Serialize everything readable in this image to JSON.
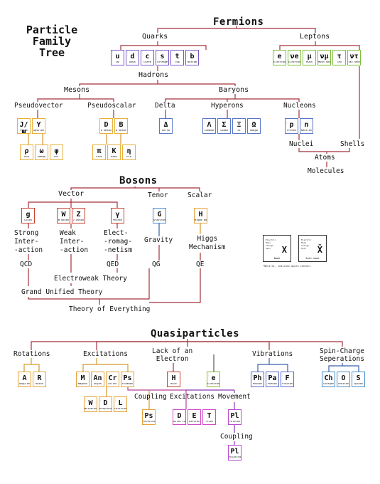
{
  "title": "Particle Family Tree",
  "fermions": {
    "label": "Fermions",
    "quarks": {
      "label": "Quarks",
      "tiles": [
        {
          "sym": "u",
          "name": "Up"
        },
        {
          "sym": "d",
          "name": "Down"
        },
        {
          "sym": "c",
          "name": "Charm"
        },
        {
          "sym": "s",
          "name": "Strange"
        },
        {
          "sym": "t",
          "name": "Top"
        },
        {
          "sym": "b",
          "name": "Bottom"
        }
      ]
    },
    "leptons": {
      "label": "Leptons",
      "tiles": [
        {
          "sym": "e",
          "name": "Electron"
        },
        {
          "sym": "νe",
          "name": "Electron neutrino"
        },
        {
          "sym": "μ",
          "name": "Muon"
        },
        {
          "sym": "νμ",
          "name": "Muon neutrino"
        },
        {
          "sym": "τ",
          "name": "Tau"
        },
        {
          "sym": "ντ",
          "name": "Tau neutrino"
        }
      ]
    }
  },
  "hadrons": "Hadrons",
  "mesons": {
    "label": "Mesons",
    "pseudovector": {
      "label": "Pseudovector",
      "tiles": [
        {
          "sym": "J/ψ",
          "name": "Psion"
        },
        {
          "sym": "Υ",
          "name": "Upsilon"
        }
      ],
      "sub_tiles": [
        {
          "sym": "ρ",
          "name": "Rho"
        },
        {
          "sym": "ω",
          "name": "Omega"
        },
        {
          "sym": "φ",
          "name": "Phi"
        }
      ]
    },
    "pseudoscalar": {
      "label": "Pseudoscalar",
      "tiles": [
        {
          "sym": "D",
          "name": "D meson"
        },
        {
          "sym": "B",
          "name": "B meson"
        }
      ],
      "sub_tiles": [
        {
          "sym": "π",
          "name": "Pion"
        },
        {
          "sym": "K",
          "name": "Kaon"
        },
        {
          "sym": "η",
          "name": "Eta"
        }
      ]
    }
  },
  "baryons": {
    "label": "Baryons",
    "delta": {
      "label": "Delta",
      "tiles": [
        {
          "sym": "Δ",
          "name": "Delta"
        }
      ]
    },
    "hyperons": {
      "label": "Hyperons",
      "tiles": [
        {
          "sym": "Λ",
          "name": "Lambda"
        },
        {
          "sym": "Σ",
          "name": "Sigma"
        },
        {
          "sym": "Ξ",
          "name": "Xi"
        },
        {
          "sym": "Ω",
          "name": "Omega"
        }
      ]
    },
    "nucleons": {
      "label": "Nucleons",
      "tiles": [
        {
          "sym": "p",
          "name": "Proton"
        },
        {
          "sym": "n",
          "name": "Neutron"
        }
      ]
    }
  },
  "nuclei": "Nuclei",
  "shells": "Shells",
  "atoms": "Atoms",
  "molecules": "Molecules",
  "bosons": {
    "label": "Bosons",
    "vector": {
      "label": "Vector",
      "tiles": [
        {
          "sym": "g",
          "name": "Gluon"
        },
        {
          "sym": "W",
          "name": "W boson"
        },
        {
          "sym": "Z",
          "name": "Z boson"
        },
        {
          "sym": "γ",
          "name": "Photon"
        }
      ]
    },
    "tensor": {
      "label": "Tenor",
      "tiles": [
        {
          "sym": "G",
          "name": "Graviton"
        }
      ]
    },
    "scalar": {
      "label": "Scalar",
      "tiles": [
        {
          "sym": "H",
          "name": "Higgs boson"
        }
      ]
    },
    "forces": {
      "strong": [
        "Strong",
        "Inter-",
        "-action"
      ],
      "weak": [
        "Weak",
        "Inter-",
        "-action"
      ],
      "em": [
        "Elect-",
        "-romag-",
        "-netism"
      ],
      "gravity": "Gravity",
      "higgs": [
        "Higgs",
        "Mechanism"
      ]
    },
    "theories": {
      "qcd": "QCD",
      "qed": "QED",
      "qg": "QG",
      "qe": "QE",
      "electroweak": "Electroweak Theory",
      "gut": "Grand Unified Theory",
      "toe": "Theory of Everything"
    },
    "legend": {
      "props": [
        "Electric",
        "Mass",
        "Charge",
        "Spin"
      ],
      "vals": [
        "Value",
        "Value",
        "Value"
      ],
      "sym": "X",
      "anti_sym": "X̄",
      "name": "Name",
      "anti_name": "Anti-name",
      "note": "*Neutral, indicate quark content"
    }
  },
  "quasiparticles": {
    "label": "Quasiparticles",
    "rotations": {
      "label": "Rotations",
      "tiles": [
        {
          "sym": "A",
          "name": "Angulon"
        },
        {
          "sym": "R",
          "name": "Roton"
        }
      ]
    },
    "excitations": {
      "label": "Excitations",
      "tiles": [
        {
          "sym": "M",
          "name": "Magnon"
        },
        {
          "sym": "An",
          "name": "Anyon"
        },
        {
          "sym": "Cr",
          "name": "Chiral"
        },
        {
          "sym": "Ps",
          "name": "Plasmon"
        }
      ],
      "sub_tiles": [
        {
          "sym": "W",
          "name": "Wrinklon"
        },
        {
          "sym": "D",
          "name": "Dropleton"
        },
        {
          "sym": "L",
          "name": "Levitron"
        }
      ]
    },
    "lack": {
      "label": [
        "Lack of an",
        "Electron"
      ],
      "tiles": [
        {
          "sym": "H",
          "name": "Hole"
        },
        {
          "sym": "e",
          "name": "Electron"
        }
      ]
    },
    "vibrations": {
      "label": "Vibrations",
      "tiles": [
        {
          "sym": "Ph",
          "name": "Phonon"
        },
        {
          "sym": "Pa",
          "name": "Phason"
        },
        {
          "sym": "F",
          "name": "Fracton"
        }
      ]
    },
    "spin": {
      "label": [
        "Spin-Charge",
        "Seperations"
      ],
      "tiles": [
        {
          "sym": "Ch",
          "name": "Chargon"
        },
        {
          "sym": "O",
          "name": "Orbiton"
        },
        {
          "sym": "S",
          "name": "Spinon"
        }
      ]
    },
    "coupling": {
      "label": "Coupling",
      "tiles": [
        {
          "sym": "Ps",
          "name": "Polaritonic Pair"
        }
      ]
    },
    "excitations2": {
      "label": "Excitations",
      "tiles": [
        {
          "sym": "D",
          "name": "Dirac Cone"
        },
        {
          "sym": "E",
          "name": "Exciton"
        },
        {
          "sym": "T",
          "name": "Trion"
        }
      ]
    },
    "movement": {
      "label": "Movement",
      "tiles": [
        {
          "sym": "Pl",
          "name": "Polaron"
        }
      ]
    },
    "coupling2": {
      "label": "Coupling",
      "tiles": [
        {
          "sym": "Pl",
          "name": "Polariton"
        }
      ]
    }
  }
}
